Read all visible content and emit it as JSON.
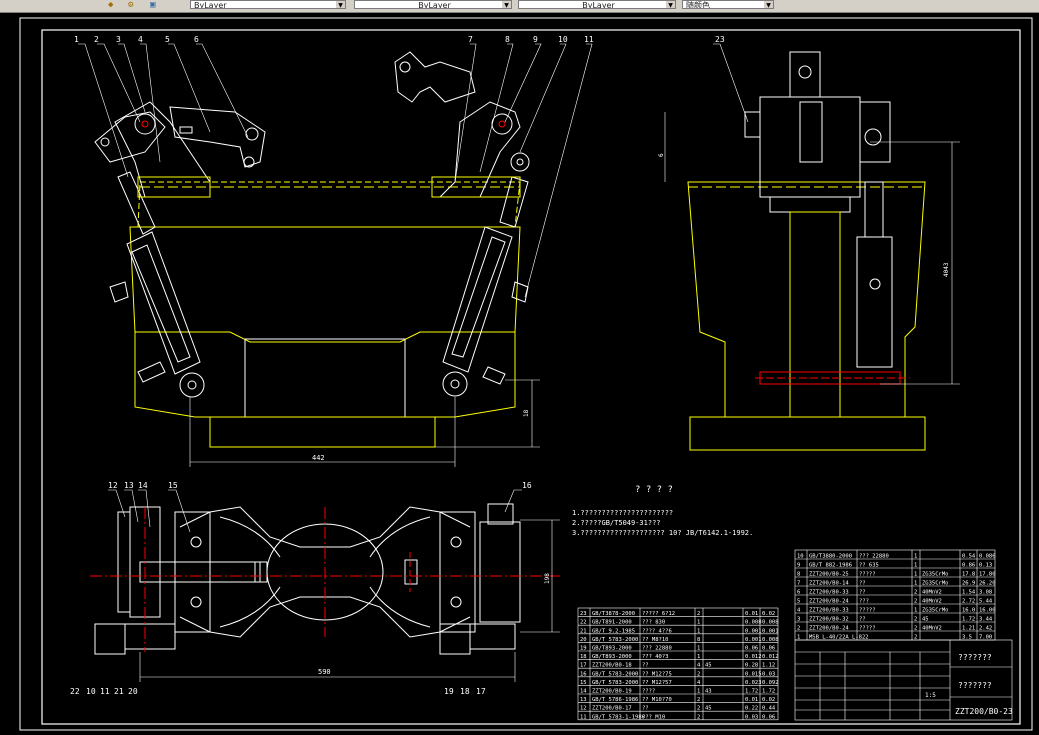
{
  "toolbar": {
    "layer_combo": "ByLayer",
    "linetype_combo": "ByLayer",
    "lineweight_combo": "ByLayer",
    "plotstyle_combo": "随颜色"
  },
  "drawing": {
    "part_numbers_top": [
      "1",
      "2",
      "3",
      "4",
      "5",
      "6",
      "7",
      "8",
      "9",
      "10",
      "11",
      "23"
    ],
    "part_numbers_bottom": [
      "12",
      "13",
      "14",
      "15",
      "16",
      "22",
      "10",
      "11",
      "21",
      "20",
      "19",
      "18",
      "17"
    ],
    "dimensions": {
      "front_width": "442",
      "front_height": "18",
      "side_height": "4043",
      "side_left": "6",
      "plan_width": "590",
      "plan_height": "198"
    },
    "notes_title": "? ? ? ?",
    "notes": [
      "1.??????????????????????",
      "2.?????GB/T5049-31???",
      "3.???????????????????? 10? JB/T6142.1-1992."
    ],
    "title_block": {
      "name": "???????",
      "code": "ZZT200/B0-23",
      "scale": "1:5"
    },
    "bom_upper": [
      [
        "10",
        "GB/T3880-2000",
        "??? 22880",
        "1",
        "",
        "0.54",
        "0.086"
      ],
      [
        "9",
        "GB/T 882-1986",
        "?? 635",
        "1",
        "",
        "0.86",
        "0.13"
      ],
      [
        "8",
        "ZZT200/B0-25",
        "?????",
        "1",
        "ZG35CrMo",
        "17.8",
        "17.80"
      ],
      [
        "7",
        "ZZT200/B0-14",
        "??",
        "1",
        "ZG35CrMo",
        "26.9",
        "26.20"
      ],
      [
        "6",
        "ZZT200/B0-33",
        "??",
        "2",
        "40MnV2",
        "1.54",
        "3.08"
      ],
      [
        "5",
        "ZZT200/B0-24",
        "???",
        "2",
        "40MnV2",
        "2.72",
        "5.44"
      ],
      [
        "4",
        "ZZT200/B0-33",
        "?????",
        "1",
        "ZG35CrMo",
        "16.0",
        "16.00"
      ],
      [
        "3",
        "ZZT200/B0-32",
        "??",
        "2",
        "45",
        "1.72",
        "3.44"
      ],
      [
        "2",
        "ZZT200/B0-24",
        "?????",
        "2",
        "40MnV2",
        "1.21",
        "2.42"
      ],
      [
        "1",
        "MSB L-40/22A L-822",
        "",
        "2",
        "",
        "3.5",
        "7.00"
      ]
    ],
    "bom_lower": [
      [
        "23",
        "GB/T3878-2000",
        "????? 6?12",
        "2",
        "",
        "0.01",
        "0.02"
      ],
      [
        "22",
        "GB/T891-2000",
        "??? 830",
        "1",
        "",
        "0.008",
        "0.008"
      ],
      [
        "21",
        "GB/T 9.2-1985",
        "???? 4??6",
        "1",
        "",
        "0.001",
        "0.001"
      ],
      [
        "20",
        "GB/T 5783-2000",
        "?? M8?10",
        "8",
        "",
        "0.001",
        "0.008"
      ],
      [
        "19",
        "GB/T893-2000",
        "??? 22880",
        "1",
        "",
        "0.06",
        "0.06"
      ],
      [
        "18",
        "GB/T893-2000",
        "??? 40?3",
        "1",
        "",
        "0.012",
        "0.012"
      ],
      [
        "17",
        "ZZT200/B0-18",
        "??",
        "4",
        "45",
        "0.28",
        "1.12"
      ],
      [
        "16",
        "GB/T 5783-2000",
        "?? M12?75",
        "2",
        "",
        "0.015",
        "0.03"
      ],
      [
        "15",
        "GB/T 5783-2000",
        "?? M12?57",
        "4",
        "",
        "0.023",
        "0.092"
      ],
      [
        "14",
        "ZZT200/B0-19",
        "????",
        "1",
        "43",
        "1.72",
        "1.72"
      ],
      [
        "13",
        "GB/T 5786-1986",
        "?? M10?70",
        "2",
        "",
        "0.01",
        "0.02"
      ],
      [
        "12",
        "ZZT200/B0-17",
        "??",
        "2",
        "45",
        "0.22",
        "0.44"
      ],
      [
        "11",
        "GB/T 5783-1-1986",
        "??? M10",
        "2",
        "",
        "0.03",
        "0.06"
      ]
    ]
  }
}
